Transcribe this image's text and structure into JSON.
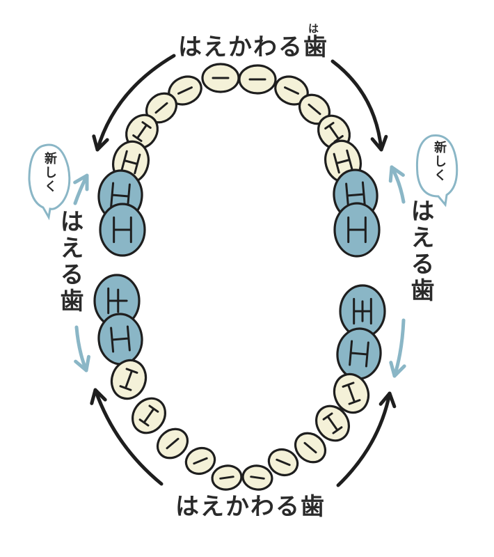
{
  "labels": {
    "top": "はえかわる歯",
    "top_ruby": "は",
    "bottom": "はえかわる歯",
    "left": "はえる歯",
    "right": "はえる歯",
    "bubble_left": "新しく",
    "bubble_right": "新しく"
  },
  "colors": {
    "outline": "#1e1e1e",
    "primary_tooth": "#f4f1d8",
    "permanent_tooth": "#8ab6c6",
    "new_arrow": "#8ab6c6",
    "arrow_dark": "#1e1e1e"
  }
}
